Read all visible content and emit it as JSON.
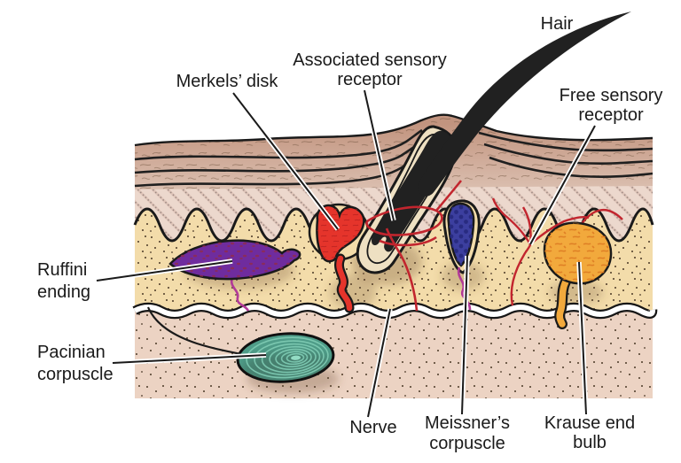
{
  "labels": {
    "hair": "Hair",
    "merkels_disk": "Merkels’ disk",
    "associated_sensory_receptor": [
      "Associated sensory",
      "receptor"
    ],
    "free_sensory_receptor": [
      "Free sensory",
      "receptor"
    ],
    "ruffini_ending": [
      "Ruffini",
      "ending"
    ],
    "pacinian_corpuscle": [
      "Pacinian",
      "corpuscle"
    ],
    "nerve": "Nerve",
    "meissners_corpuscle": [
      "Meissner’s",
      "corpuscle"
    ],
    "krause_end_bulb": [
      "Krause end",
      "bulb"
    ]
  },
  "colors": {
    "outline": "#1a1a1a",
    "hair": "#212121",
    "stratum_corneum_top": "#c2947f",
    "stratum_corneum_bottom": "#d9bcae",
    "epidermis": "#ecd8cd",
    "dermis": "#f3dcaa",
    "subcutis": "#ecd3c3",
    "follicle_sheath": "#eee0c2",
    "merkel_red": "#e5342b",
    "nerve_fiber_red": "#c2252e",
    "meissner_blue": "#3c3f9f",
    "krause_orange": "#f2a93c",
    "ruffini_purple": "#6f2c9e",
    "pacinian_teal": "#4f9d89",
    "magenta_fiber": "#b23a98",
    "nerve_band": "#ffffff"
  }
}
